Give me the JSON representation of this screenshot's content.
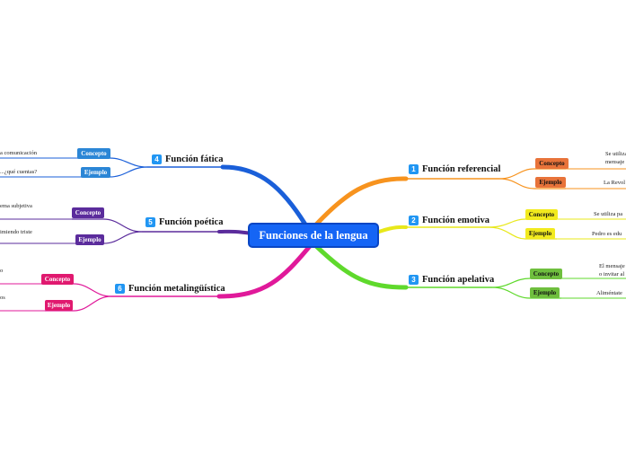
{
  "central": {
    "label": "Funciones de la lengua"
  },
  "colors": {
    "central": "#1565f5",
    "referencial": "#f7931e",
    "emotiva": "#e8e81a",
    "apelativa": "#5fd92c",
    "fatica": "#1a5fd9",
    "poetica": "#5b2c9c",
    "metalinguistica": "#e0199a"
  },
  "topics": {
    "referencial": {
      "num": "1",
      "label": "Función referencial",
      "concepto": "Concepto",
      "ejemplo": "Ejemplo",
      "concepto_text_1": "Se utiliza",
      "concepto_text_2": "mensaje",
      "ejemplo_text": "La Revol"
    },
    "emotiva": {
      "num": "2",
      "label": "Función emotiva",
      "concepto": "Concepto",
      "ejemplo": "Ejemplo",
      "concepto_text": "Se utiliza pa",
      "ejemplo_text": "Pedro es edu"
    },
    "apelativa": {
      "num": "3",
      "label": "Función apelativa",
      "concepto": "Concepto",
      "ejemplo": "Ejemplo",
      "concepto_text_1": "El mensaje",
      "concepto_text_2": "o invitar al",
      "ejemplo_text": "Aliméntate"
    },
    "fatica": {
      "num": "4",
      "label": "Función fática",
      "concepto": "Concepto",
      "ejemplo": "Ejemplo",
      "concepto_text": "a comunicación",
      "ejemplo_text": "...¿qué cuentas?"
    },
    "poetica": {
      "num": "5",
      "label": "Función poética",
      "concepto": "Concepto",
      "ejemplo": "Ejemplo",
      "concepto_text": "ema subjetiva",
      "ejemplo_text": "imiendo triste"
    },
    "metalinguistica": {
      "num": "6",
      "label": "Función metalingüística",
      "concepto": "Concepto",
      "ejemplo": "Ejemplo",
      "concepto_text": "o",
      "ejemplo_text": "os"
    }
  }
}
